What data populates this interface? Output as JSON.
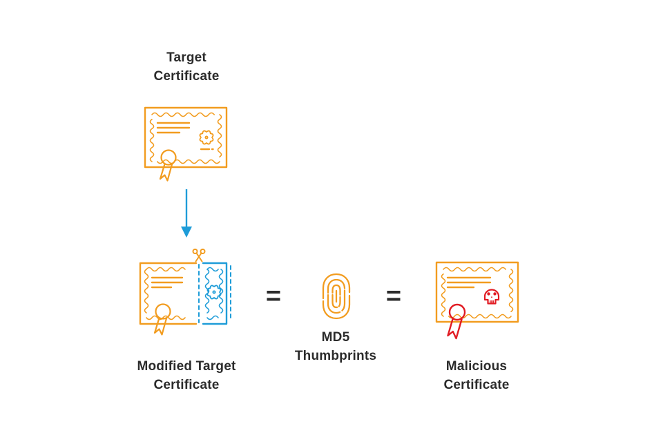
{
  "diagram": {
    "nodes": [
      {
        "id": "target",
        "label": "Target\nCertificate",
        "icon": "certificate-icon",
        "color": "orange"
      },
      {
        "id": "modified",
        "label": "Modified Target\nCertificate",
        "icon": "cut-certificate-icon",
        "color": "orange-blue"
      },
      {
        "id": "md5",
        "label": "MD5\nThumbprints",
        "icon": "fingerprint-icon",
        "color": "orange"
      },
      {
        "id": "malicious",
        "label": "Malicious\nCertificate",
        "icon": "skull-certificate-icon",
        "color": "orange-red"
      }
    ],
    "operators": {
      "equals_1": "=",
      "equals_2": "="
    },
    "colors": {
      "orange": "#F29C1F",
      "blue": "#1E9CD8",
      "red": "#E11B23",
      "text": "#2B2B2B",
      "background": "#FFFFFF"
    }
  }
}
